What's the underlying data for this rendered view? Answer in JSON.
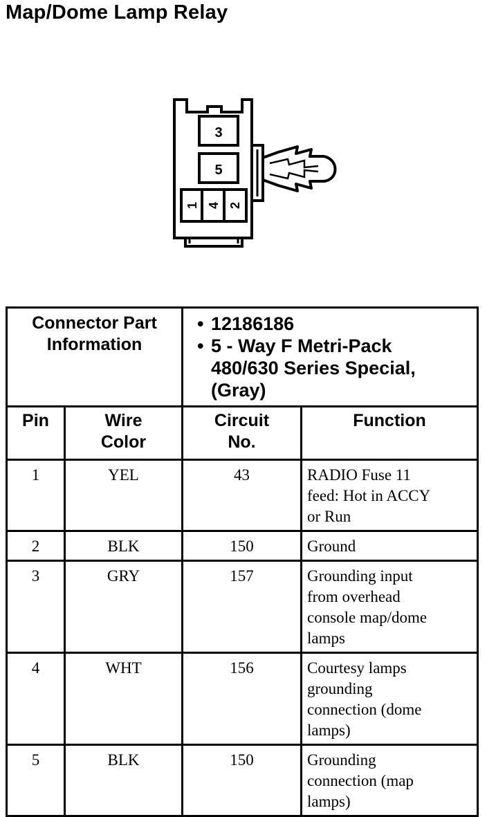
{
  "title": "Map/Dome Lamp Relay",
  "connector_face": {
    "cavities": [
      "3",
      "5",
      "1",
      "4",
      "2"
    ]
  },
  "part_info": {
    "label_lines": [
      "Connector Part",
      "Information"
    ],
    "bullets": [
      [
        "12186186"
      ],
      [
        "5 - Way F Metri-Pack",
        "480/630 Series Special,",
        "(Gray)"
      ]
    ]
  },
  "columns": [
    [
      "Pin"
    ],
    [
      "Wire",
      "Color"
    ],
    [
      "Circuit",
      "No."
    ],
    [
      "Function"
    ]
  ],
  "rows": [
    {
      "pin": "1",
      "color": "YEL",
      "circuit": "43",
      "function": [
        "RADIO Fuse 11",
        "feed: Hot in ACCY",
        "or Run"
      ]
    },
    {
      "pin": "2",
      "color": "BLK",
      "circuit": "150",
      "function": [
        "Ground"
      ]
    },
    {
      "pin": "3",
      "color": "GRY",
      "circuit": "157",
      "function": [
        "Grounding input",
        "from overhead",
        "console map/dome",
        "lamps"
      ]
    },
    {
      "pin": "4",
      "color": "WHT",
      "circuit": "156",
      "function": [
        "Courtesy lamps",
        "grounding",
        "connection (dome",
        "lamps)"
      ]
    },
    {
      "pin": "5",
      "color": "BLK",
      "circuit": "150",
      "function": [
        "Grounding",
        "connection (map",
        "lamps)"
      ]
    }
  ]
}
